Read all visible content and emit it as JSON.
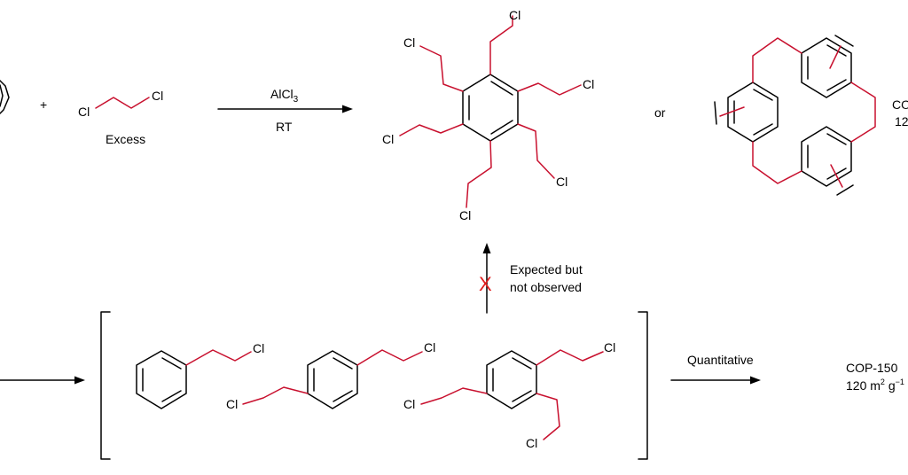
{
  "reaction1": {
    "plus": "+",
    "reagent_cl_left": "Cl",
    "reagent_cl_right": "Cl",
    "reagent_note": "Excess",
    "catalyst": "AlCl",
    "catalyst_sub": "3",
    "condition": "RT",
    "or": "or"
  },
  "hexa_product": {
    "cl_top_left": "Cl",
    "cl_top": "Cl",
    "cl_right": "Cl",
    "cl_left": "Cl",
    "cl_bottom_right": "Cl",
    "cl_bottom": "Cl"
  },
  "cop_top": {
    "name_fragment": "CO",
    "value_fragment": "12"
  },
  "failed_path": {
    "cross_mark": "X",
    "note_line1": "Expected but",
    "note_line2": "not observed"
  },
  "intermediates": {
    "mono_cl": "Cl",
    "di_cl_right": "Cl",
    "di_cl_left": "Cl",
    "tri_cl_top": "Cl",
    "tri_cl_left": "Cl",
    "tri_cl_bottom": "Cl"
  },
  "reaction2": {
    "condition": "Quantitative"
  },
  "cop_bottom": {
    "name": "COP-150",
    "area_value": "120 m",
    "area_sup1": "2",
    "area_unit": " g",
    "area_sup2": "−1"
  },
  "colors": {
    "bond": "#000000",
    "linker": "#c8102e",
    "cross": "#e11d1d"
  }
}
